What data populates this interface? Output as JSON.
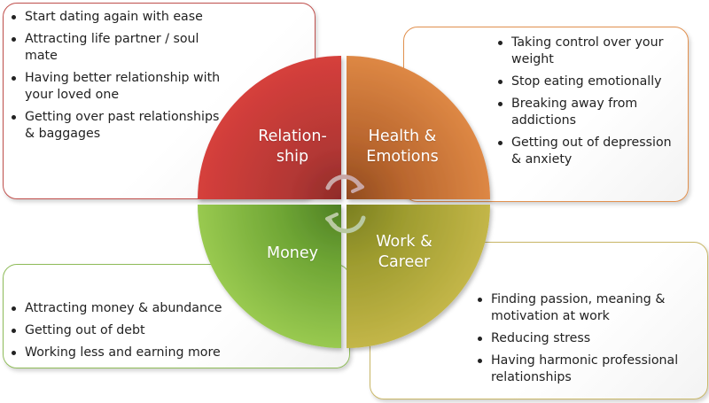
{
  "quadrants": {
    "relationship": {
      "label_lines": [
        "Relation-",
        "ship"
      ],
      "color": "#c0504d",
      "items": [
        "Start dating again with ease",
        "Attracting life partner / soul mate",
        "Having better relationship with your loved one",
        "Getting over past relationships & baggages"
      ]
    },
    "health": {
      "label_lines": [
        "Health &",
        "Emotions"
      ],
      "color": "#c96d2c",
      "items": [
        "Taking control over your weight",
        "Stop eating emotionally",
        "Breaking away from addictions",
        "Getting out of depression & anxiety"
      ]
    },
    "money": {
      "label_lines": [
        "Money"
      ],
      "color": "#7fb03f",
      "items": [
        "Attracting money & abundance",
        "Getting out of debt",
        "Working less and earning more"
      ]
    },
    "work": {
      "label_lines": [
        "Work &",
        "Career"
      ],
      "color": "#a9a238",
      "items": [
        "Finding  passion, meaning & motivation at work",
        "Reducing stress",
        "Having harmonic professional relationships"
      ]
    }
  }
}
